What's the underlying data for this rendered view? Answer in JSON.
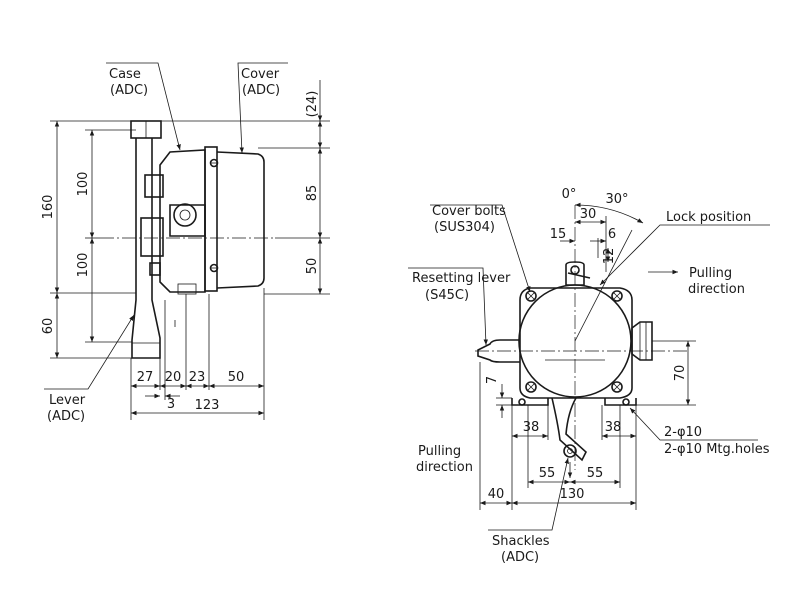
{
  "side_view": {
    "labels": {
      "case": "Case",
      "case_material": "(ADC)",
      "cover": "Cover",
      "cover_material": "(ADC)",
      "lever": "Lever",
      "lever_material": "(ADC)"
    },
    "dims": {
      "top_ref": "(24)",
      "h85": "85",
      "h50": "50",
      "total160": "160",
      "upper100": "100",
      "lower100": "100",
      "h60": "60",
      "w27": "27",
      "w20": "20",
      "w23": "23",
      "w50": "50",
      "w3": "3",
      "w123": "123"
    }
  },
  "front_view": {
    "labels": {
      "cover_bolts": "Cover bolts",
      "cover_bolts_material": "(SUS304)",
      "lock_position": "Lock position",
      "resetting_lever": "Resetting lever",
      "resetting_lever_material": "(S45C)",
      "pulling_direction_right_1": "Pulling",
      "pulling_direction_right_2": "direction",
      "pulling_direction_left_1": "Pulling",
      "pulling_direction_left_2": "direction",
      "shackles": "Shackles",
      "shackles_material": "(ADC)",
      "holes_1": "2-φ10",
      "holes_2": "2-φ10 Mtg.holes"
    },
    "dims": {
      "angle0": "0°",
      "angle30": "30°",
      "w30": "30",
      "w15": "15",
      "w6": "6",
      "h12": "12",
      "h70": "70",
      "h7": "7",
      "w38_left": "38",
      "w38_right": "38",
      "w55_left": "55",
      "w55_right": "55",
      "w40": "40",
      "w130": "130"
    }
  }
}
